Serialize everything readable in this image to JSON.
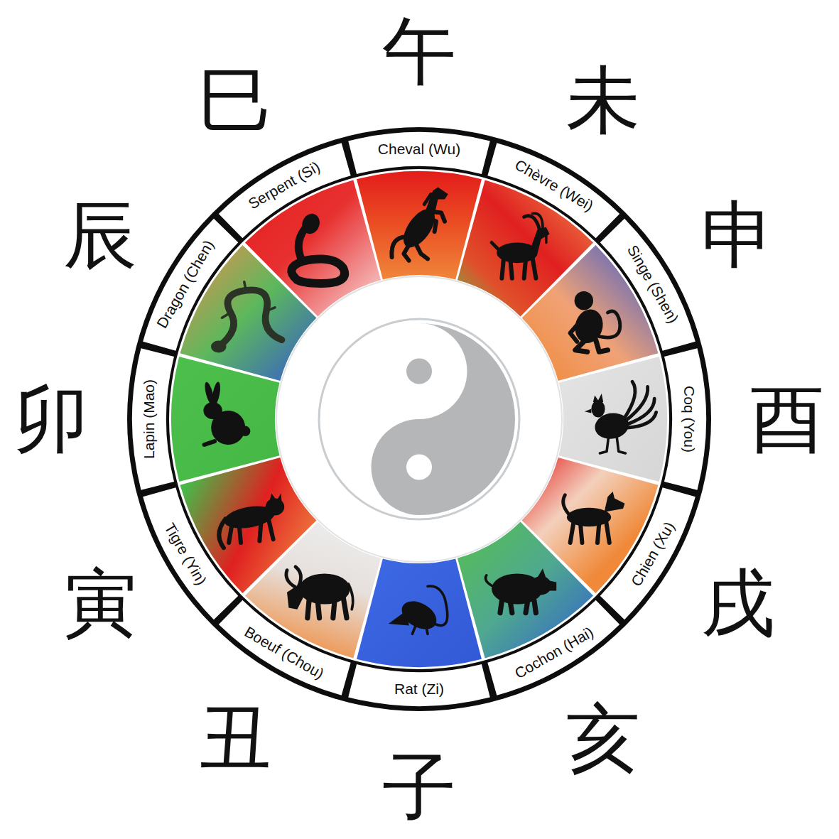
{
  "diagram": {
    "nodes": [
      {
        "text": [
          "Cheval (Wu)"
        ]
      },
      {
        "text": [
          "Chèvre (Wei)"
        ]
      },
      {
        "text": [
          "Singe (Shen)"
        ]
      },
      {
        "text": [
          "Coq (You)"
        ]
      },
      {
        "text": [
          "Chien (Xu)"
        ]
      },
      {
        "text": [
          "Cochon (Hai)"
        ]
      },
      {
        "text": [
          "Rat (Zi)"
        ]
      },
      {
        "text": [
          "Boeuf (Chou)"
        ]
      },
      {
        "text": [
          "Tigre (Yin)"
        ]
      },
      {
        "text": [
          "Lapin (Mao)"
        ]
      },
      {
        "text": [
          "Dragon (Chen)"
        ]
      },
      {
        "text": [
          "Serpent (Si)"
        ]
      }
    ],
    "labels": [
      "午",
      "未",
      "申",
      "酉",
      "戌",
      "亥",
      "子",
      "丑",
      "寅",
      "卯",
      "辰",
      "巳"
    ]
  }
}
